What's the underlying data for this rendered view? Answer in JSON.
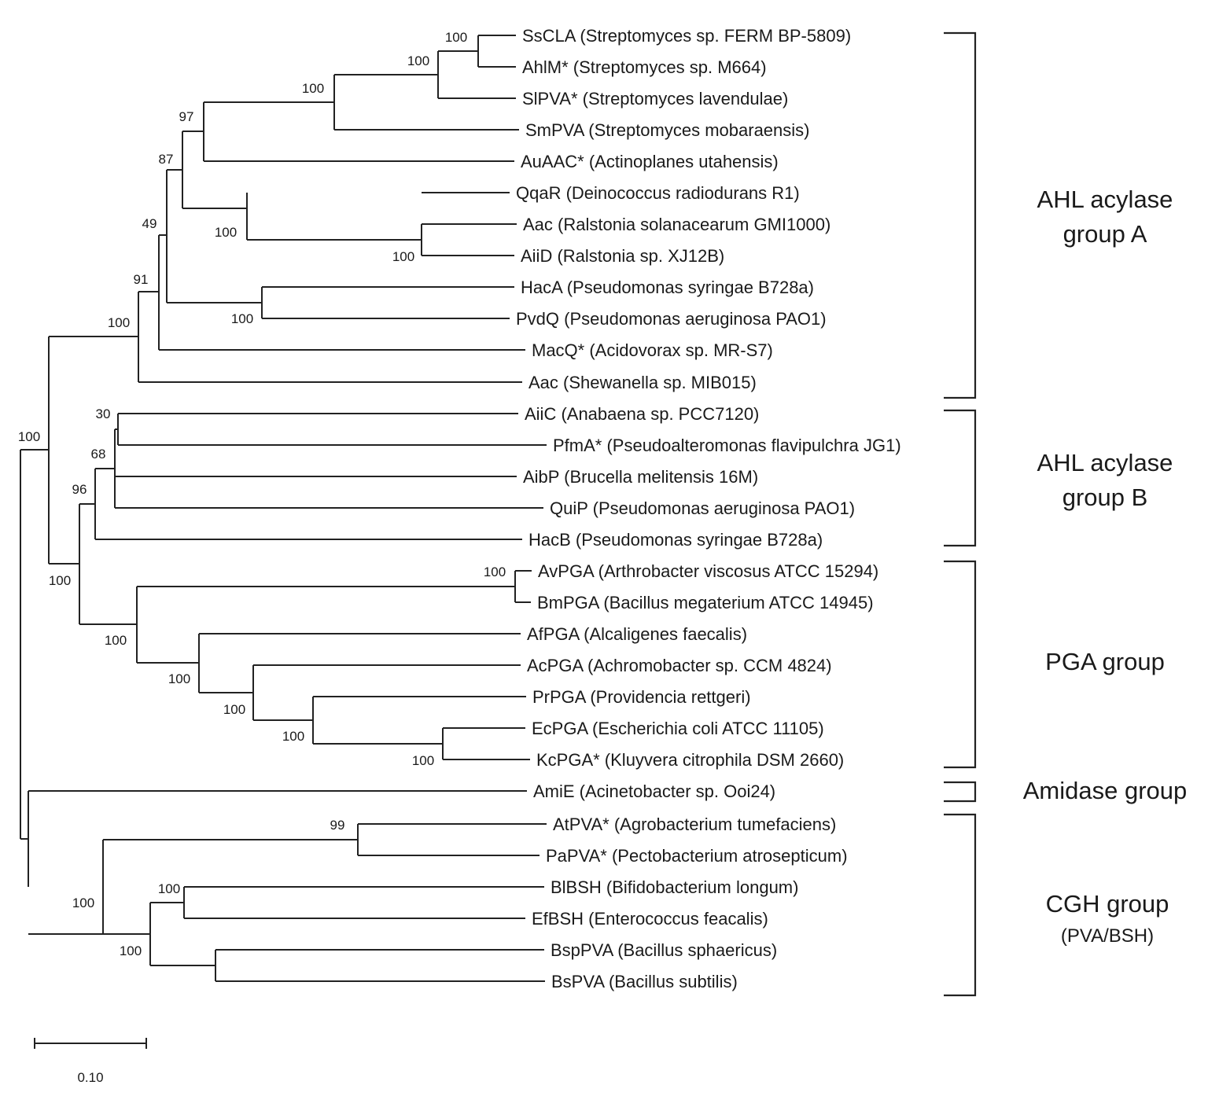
{
  "tree": {
    "leaves": [
      "SsCLA (Streptomyces sp. FERM BP-5809)",
      "AhlM* (Streptomyces sp. M664)",
      "SlPVA* (Streptomyces lavendulae)",
      "SmPVA (Streptomyces mobaraensis)",
      "AuAAC* (Actinoplanes utahensis)",
      "QqaR (Deinococcus radiodurans R1)",
      "Aac (Ralstonia solanacearum GMI1000)",
      "AiiD (Ralstonia sp. XJ12B)",
      "HacA (Pseudomonas syringae B728a)",
      "PvdQ (Pseudomonas aeruginosa PAO1)",
      "MacQ* (Acidovorax sp. MR-S7)",
      "Aac (Shewanella sp. MIB015)",
      "AiiC (Anabaena sp. PCC7120)",
      "PfmA* (Pseudoalteromonas flavipulchra JG1)",
      "AibP (Brucella melitensis 16M)",
      "QuiP (Pseudomonas aeruginosa PAO1)",
      "HacB (Pseudomonas syringae B728a)",
      "AvPGA (Arthrobacter viscosus ATCC 15294)",
      "BmPGA (Bacillus megaterium ATCC 14945)",
      "AfPGA (Alcaligenes faecalis)",
      "AcPGA (Achromobacter sp. CCM 4824)",
      "PrPGA (Providencia rettgeri)",
      "EcPGA (Escherichia coli ATCC 11105)",
      "KcPGA* (Kluyvera citrophila DSM 2660)",
      "AmiE (Acinetobacter sp. Ooi24)",
      "AtPVA* (Agrobacterium tumefaciens)",
      "PaPVA* (Pectobacterium atrosepticum)",
      "BlBSH (Bifidobacterium longum)",
      "EfBSH (Enterococcus feacalis)",
      "BspPVA (Bacillus sphaericus)",
      "BsPVA (Bacillus subtilis)"
    ],
    "bootstrap": [
      "100",
      "100",
      "100",
      "97",
      "87",
      "100",
      "100",
      "49",
      "100",
      "91",
      "100",
      "30",
      "68",
      "96",
      "100",
      "100",
      "100",
      "100",
      "100",
      "100",
      "100",
      "100",
      "99",
      "100",
      "100",
      "100"
    ],
    "groups": [
      {
        "line1": "AHL acylase",
        "line2": "group A"
      },
      {
        "line1": "AHL acylase",
        "line2": "group B"
      },
      {
        "line1": "PGA group",
        "line2": ""
      },
      {
        "line1": "Amidase group",
        "line2": ""
      },
      {
        "line1": "CGH group",
        "line2": "(PVA/BSH)"
      }
    ],
    "scale_label": "0.10"
  }
}
